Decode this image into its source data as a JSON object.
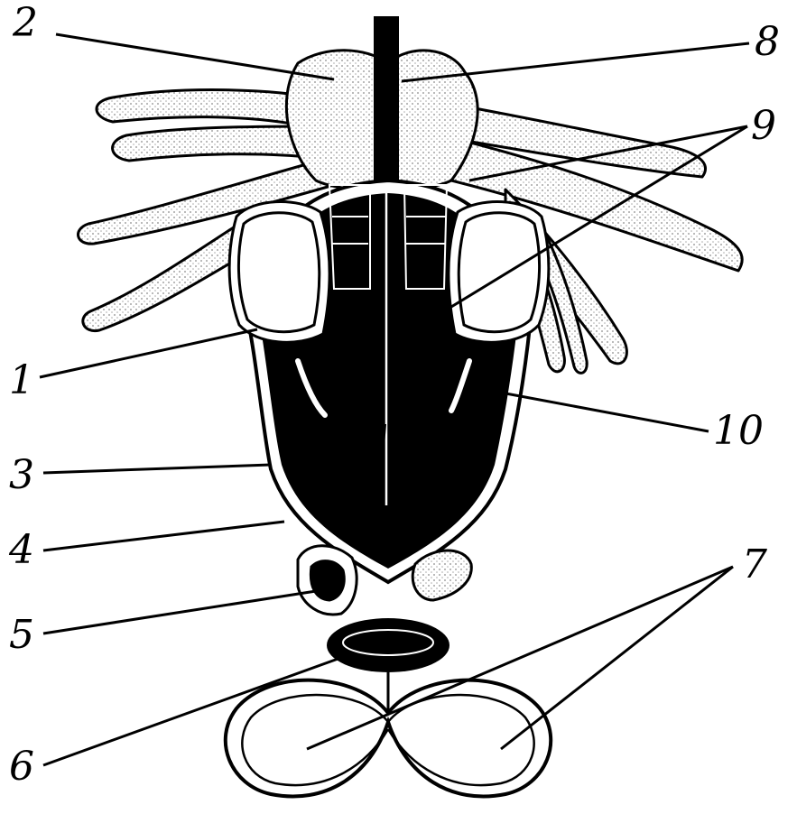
{
  "labels": {
    "l1": "1",
    "l2": "2",
    "l3": "3",
    "l4": "4",
    "l5": "5",
    "l6": "6",
    "l7": "7",
    "l8": "8",
    "l9": "9",
    "l10": "10"
  },
  "colors": {
    "ink": "#000000",
    "stipple": "#9a9a9a",
    "paper": "#ffffff"
  }
}
